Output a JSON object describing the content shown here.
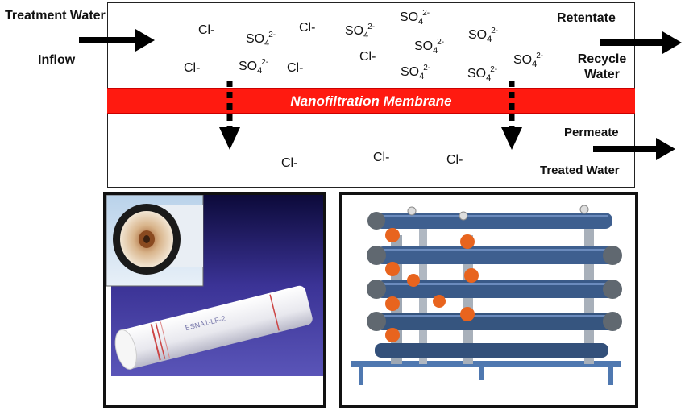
{
  "labels": {
    "treatment_water": "Treatment Water",
    "inflow": "Inflow",
    "retentate": "Retentate",
    "recycle_water": "Recycle Water",
    "membrane": "Nanofiltration Membrane",
    "permeate": "Permeate",
    "treated_water": "Treated Water"
  },
  "ions": {
    "chloride": "Cl-",
    "sulfate_base": "SO",
    "sulfate_sub": "4",
    "sulfate_sup": "2-"
  },
  "photos": {
    "membrane_module_text": "ESNA1-LF-2"
  },
  "colors": {
    "membrane": "#ff1a10",
    "pipe_blue": "#3e5f8f",
    "valve_orange": "#e8641e",
    "frame": "#111111"
  }
}
